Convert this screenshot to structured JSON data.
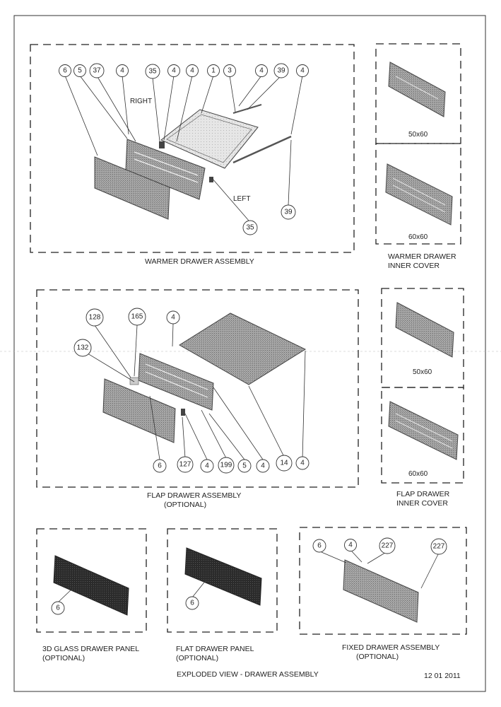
{
  "sections": {
    "warmer_assembly": "WARMER DRAWER ASSEMBLY",
    "warmer_inner_cover": [
      "WARMER DRAWER",
      "INNER COVER"
    ],
    "flap_assembly": [
      "FLAP DRAWER ASSEMBLY",
      "(OPTIONAL)"
    ],
    "flap_inner_cover": [
      "FLAP DRAWER",
      "INNER COVER"
    ],
    "glass_panel": [
      "3D GLASS DRAWER PANEL",
      "(OPTIONAL)"
    ],
    "flat_panel": [
      "FLAT DRAWER PANEL",
      "(OPTIONAL)"
    ],
    "fixed_assembly": [
      "FIXED DRAWER ASSEMBLY",
      "(OPTIONAL)"
    ]
  },
  "labels": {
    "right": "RIGHT",
    "left": "LEFT"
  },
  "sizes": {
    "s50": "50x60",
    "s60": "60x60"
  },
  "footer": {
    "title": "EXPLODED VIEW - DRAWER ASSEMBLY",
    "date": "12 01 2011"
  },
  "callouts": {
    "warmer_top": [
      "6",
      "5",
      "37",
      "4",
      "35",
      "4",
      "4",
      "1",
      "3",
      "4",
      "39",
      "4"
    ],
    "warmer_extra": [
      "39",
      "35"
    ],
    "flap_top": [
      "128",
      "165",
      "4",
      "132"
    ],
    "flap_bottom": [
      "6",
      "127",
      "4",
      "199",
      "5",
      "4",
      "14",
      "4"
    ],
    "glass": [
      "6"
    ],
    "flat": [
      "6"
    ],
    "fixed": [
      "6",
      "4",
      "227",
      "227"
    ]
  },
  "colors": {
    "line": "#222222",
    "panel_fill": "#9a9a9a",
    "panel_dark": "#2a2a2a"
  }
}
